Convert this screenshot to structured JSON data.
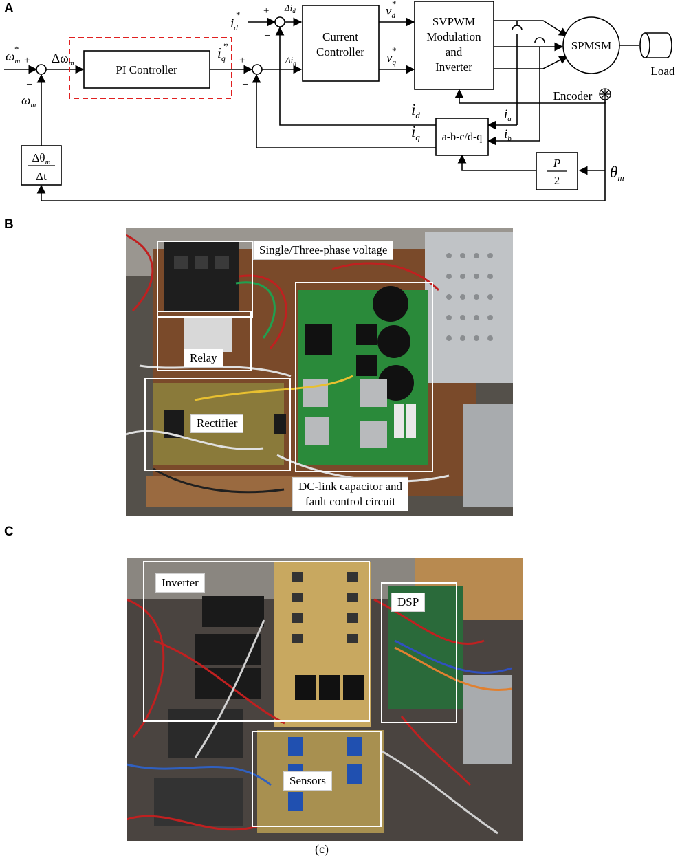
{
  "panels": {
    "a": {
      "letter": "A"
    },
    "b": {
      "letter": "B"
    },
    "c": {
      "letter": "C"
    }
  },
  "diagram": {
    "pi_block": "PI Controller",
    "current_block_line1": "Current",
    "current_block_line2": "Controller",
    "svpwm_line1": "SVPWM",
    "svpwm_line2": "Modulation",
    "svpwm_line3": "and",
    "svpwm_line4": "Inverter",
    "motor": "SPMSM",
    "load": "Load",
    "encoder": "Encoder",
    "transform_block": "a-b-c/d-q",
    "pole_num": "P",
    "pole_den": "2",
    "deriv_num": "Δθ",
    "deriv_num_sub": "m",
    "deriv_den": "Δt",
    "omega_ref": "ω",
    "omega_ref_sub": "m",
    "omega_fb": "ω",
    "omega_fb_sub": "m",
    "delta_omega": "Δω",
    "delta_omega_sub": "m",
    "iq_ref": "i",
    "iq_ref_sub": "q",
    "id_ref": "i",
    "id_ref_sub": "d",
    "delta_id": "Δi",
    "delta_id_sub": "d",
    "delta_iq": "Δi",
    "delta_iq_sub": "q",
    "vd": "v",
    "vd_sub": "d",
    "vq": "v",
    "vq_sub": "q",
    "id": "i",
    "id_sub": "d",
    "iq": "i",
    "iq_sub": "q",
    "ia": "i",
    "ia_sub": "a",
    "ib": "i",
    "ib_sub": "b",
    "theta": "θ",
    "theta_sub": "m",
    "star": "*",
    "plus": "+",
    "minus": "−"
  },
  "photo_b": {
    "labels": {
      "voltage": "Single/Three-phase voltage",
      "relay": "Relay",
      "rectifier": "Rectifier",
      "dc_link_line1": "DC-link capacitor and",
      "dc_link_line2": "fault control circuit"
    }
  },
  "photo_c": {
    "labels": {
      "inverter": "Inverter",
      "dsp": "DSP",
      "sensors": "Sensors"
    },
    "caption": "(c)"
  }
}
